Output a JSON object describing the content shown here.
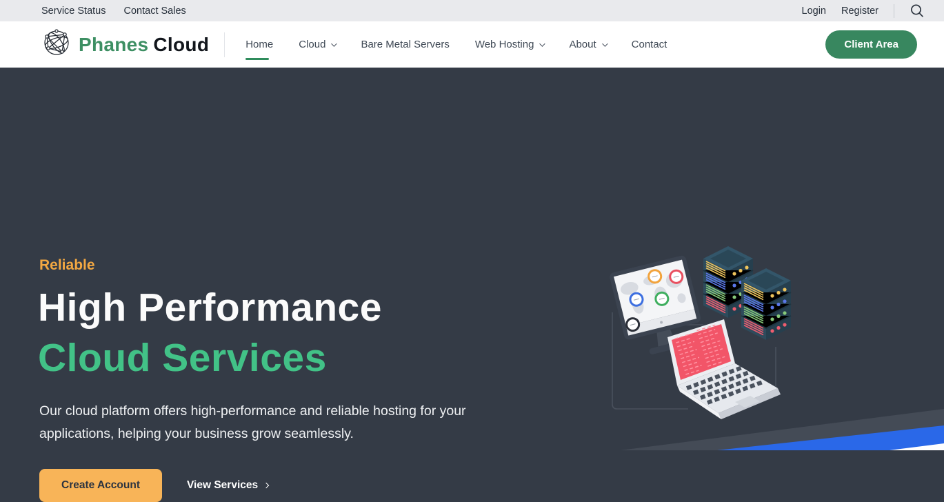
{
  "topbar": {
    "service_status": "Service Status",
    "contact_sales": "Contact Sales",
    "login": "Login",
    "register": "Register"
  },
  "header": {
    "brand_primary": "Phanes",
    "brand_secondary": "Cloud",
    "nav": [
      {
        "label": "Home",
        "dropdown": false,
        "active": true
      },
      {
        "label": "Cloud",
        "dropdown": true,
        "active": false
      },
      {
        "label": "Bare Metal Servers",
        "dropdown": false,
        "active": false
      },
      {
        "label": "Web Hosting",
        "dropdown": true,
        "active": false
      },
      {
        "label": "About",
        "dropdown": true,
        "active": false
      },
      {
        "label": "Contact",
        "dropdown": false,
        "active": false
      }
    ],
    "client_area": "Client Area"
  },
  "hero": {
    "eyebrow": "Reliable",
    "title_line1": "High Performance",
    "title_line2": "Cloud Services",
    "description": "Our cloud platform offers high-performance and reliable hosting for your applications, helping your business grow seamlessly.",
    "cta_primary": "Create Account",
    "cta_secondary": "View Services"
  },
  "icons": {
    "logo": "globe-network-icon",
    "search": "search-icon",
    "chevron_down": "chevron-down-icon",
    "chevron_right": "chevron-right-icon"
  },
  "colors": {
    "topbar_bg": "#e9eaed",
    "hero_bg": "#343b46",
    "brand_green": "#3d8f63",
    "headline_green": "#42c287",
    "eyebrow_orange": "#f3a842",
    "cta_orange": "#f8b458",
    "client_area_green": "#38875f",
    "stripe_gray": "#444b56",
    "stripe_blue": "#2a68e8"
  }
}
